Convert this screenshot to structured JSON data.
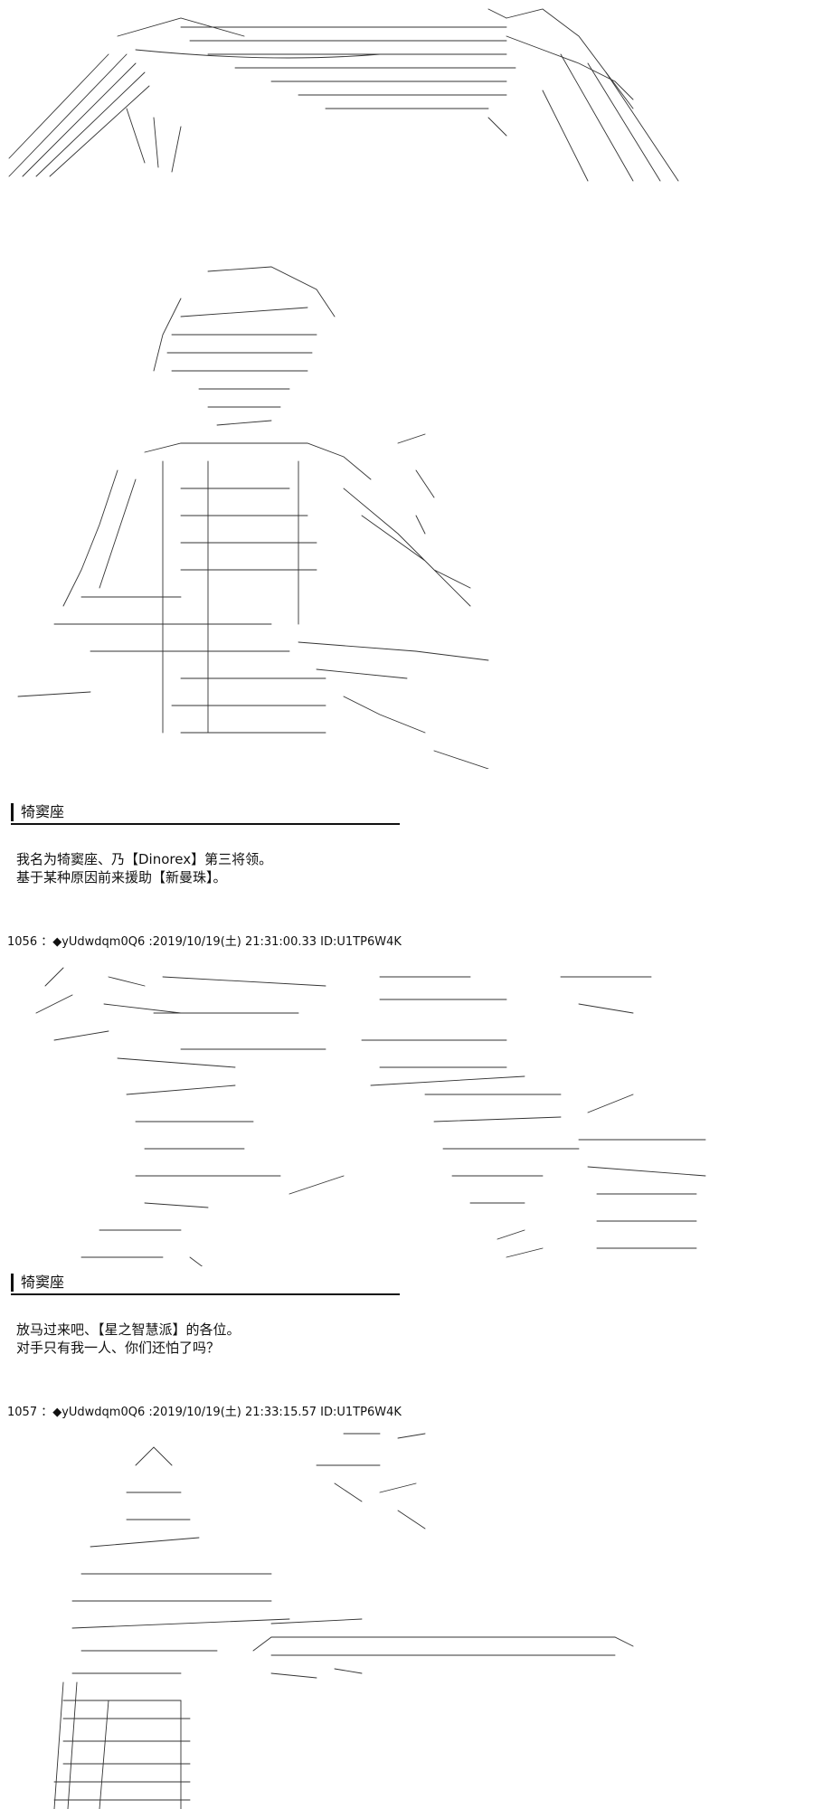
{
  "posts": [
    {
      "speaker": "犄窦座",
      "lines": [
        "我名为犄窦座、乃【Dinorex】第三将领。",
        "基于某种原因前来援助【新曼珠】。"
      ]
    },
    {
      "header": "1056 ：◆yUdwdqm0Q6 :2019/10/19(土) 21:31:00.33 ID:U1TP6W4K",
      "speaker": "犄窦座",
      "lines": [
        "放马过来吧、【星之智慧派】的各位。",
        "对手只有我一人、你们还怕了吗？"
      ]
    },
    {
      "header": "1057 ：◆yUdwdqm0Q6 :2019/10/19(土) 21:33:15.57 ID:U1TP6W4K"
    }
  ]
}
